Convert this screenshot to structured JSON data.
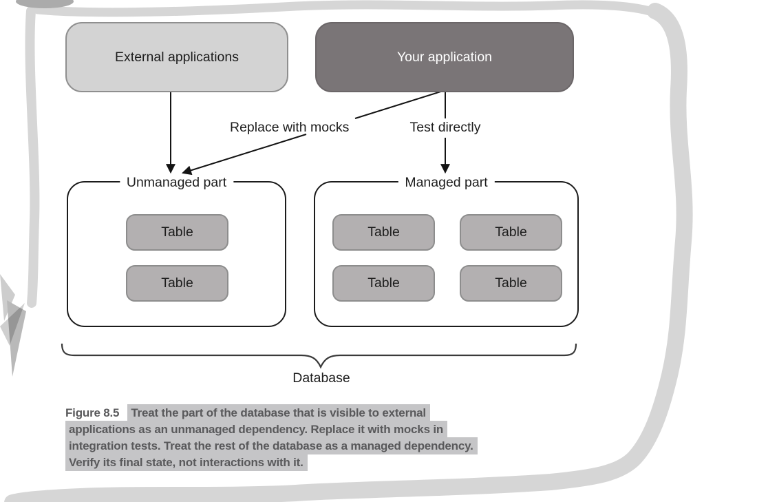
{
  "figure": {
    "top_boxes": [
      {
        "id": "external",
        "label": "External applications"
      },
      {
        "id": "your",
        "label": "Your application"
      }
    ],
    "arrow_labels": [
      {
        "id": "replace_with_mocks",
        "label": "Replace with mocks"
      },
      {
        "id": "test_directly",
        "label": "Test directly"
      }
    ],
    "containers": [
      {
        "id": "unmanaged",
        "title": "Unmanaged part",
        "tables": [
          "Table",
          "Table"
        ]
      },
      {
        "id": "managed",
        "title": "Managed part",
        "tables": [
          "Table",
          "Table",
          "Table",
          "Table"
        ]
      }
    ],
    "brace_label": "Database"
  },
  "caption": {
    "label": "Figure 8.5",
    "lines": [
      "Treat the part of the database that is visible to external",
      "applications as an unmanaged dependency. Replace it with mocks in",
      "integration tests. Treat the rest of the database as a managed dependency.",
      "Verify its final state, not interactions with it."
    ]
  },
  "colors": {
    "external_box_fill": "#d3d3d3",
    "your_box_fill": "#7a7577",
    "table_fill": "#b3b0b1",
    "box_border": "#8f8f8f",
    "container_border": "#1b1b1b",
    "arrow": "#141414",
    "brace": "#3a3a3a",
    "caption_text": "#59595b",
    "caption_highlight": "#c5c5c7",
    "sketch_stroke": "#d6d6d6"
  }
}
